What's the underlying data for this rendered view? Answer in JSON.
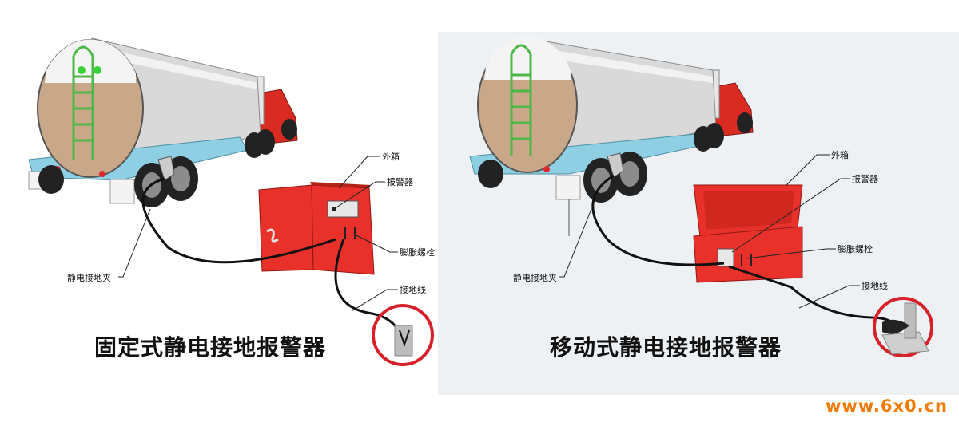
{
  "left_panel": {
    "caption": "固定式静电接地报警器",
    "labels": {
      "outer_box": "外箱",
      "alarm": "报警器",
      "expansion_bolt": "膨胀螺栓",
      "ground_clamp": "静电接地夹",
      "ground_wire": "接地线"
    }
  },
  "right_panel": {
    "caption": "移动式静电接地报警器",
    "labels": {
      "outer_box": "外箱",
      "alarm": "报警器",
      "expansion_bolt": "膨胀螺栓",
      "ground_clamp": "静电接地夹",
      "ground_wire": "接地线"
    }
  },
  "watermark": "www.6x0.cn",
  "colors": {
    "cabinet_red": "#e8312a",
    "tank_brown": "#c8a888",
    "ladder_green": "#4db848",
    "cab_red": "#d92b22",
    "trailer_blue": "#8ecfe3",
    "highlight_ring": "#d8202a",
    "watermark_orange": "#f27a00"
  }
}
